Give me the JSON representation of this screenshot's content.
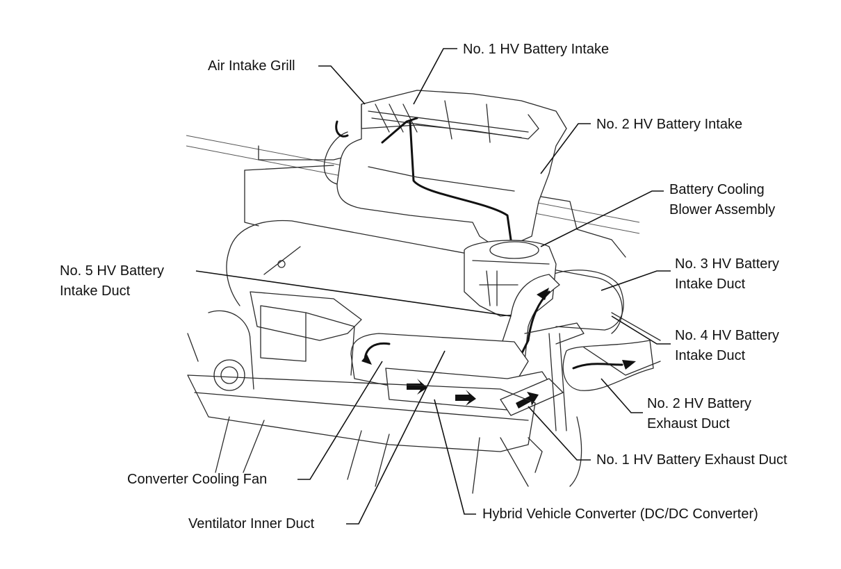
{
  "labels": {
    "air_intake_grill": "Air Intake Grill",
    "no1_hv_battery_intake": "No. 1 HV Battery Intake",
    "no2_hv_battery_intake": "No. 2 HV Battery Intake",
    "battery_cooling_blower": [
      "Battery Cooling",
      "Blower Assembly"
    ],
    "no5_hv_battery_intake_duct": [
      "No. 5 HV Battery",
      "Intake Duct"
    ],
    "no3_hv_battery_intake_duct": [
      "No. 3 HV Battery",
      "Intake Duct"
    ],
    "no4_hv_battery_intake_duct": [
      "No. 4 HV Battery",
      "Intake Duct"
    ],
    "no2_hv_battery_exhaust_duct": [
      "No. 2 HV Battery",
      "Exhaust Duct"
    ],
    "no1_hv_battery_exhaust_duct": "No. 1 HV Battery Exhaust Duct",
    "converter_cooling_fan": "Converter Cooling Fan",
    "ventilator_inner_duct": "Ventilator Inner Duct",
    "hybrid_vehicle_converter": "Hybrid Vehicle Converter (DC/DC Converter)"
  }
}
